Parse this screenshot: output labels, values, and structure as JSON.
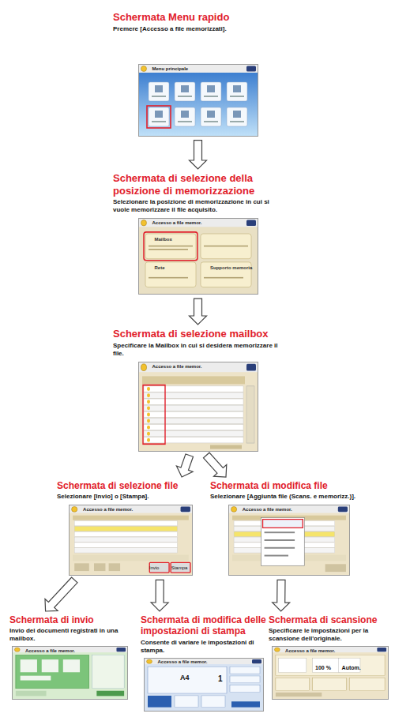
{
  "diagram": {
    "nodes": [
      {
        "text": [
          "Schermata Menu rapido",
          "Premere [Accesso a file memorizzati]."
        ]
      },
      {
        "text": [
          "Schermata di selezione della posizione di memorizzazione",
          "Selezionare la posizione di memorizzazione in cui si vuole memorizzare il file acquisito."
        ]
      },
      {
        "text": [
          "Schermata di selezione mailbox",
          "Specificare la Mailbox in cui si desidera memorizzare il file."
        ]
      },
      {
        "text": [
          "Schermata di selezione file",
          "Selezionare [Invio] o [Stampa]."
        ]
      },
      {
        "text": [
          "Schermata di modifica file",
          "Selezionare [Aggiunta file (Scans. e memorizz.)]."
        ]
      },
      {
        "text": [
          "Schermata di invio",
          "Invio dei documenti registrati in una mailbox."
        ]
      },
      {
        "text": [
          "Schermata di modifica delle impostazioni di stampa",
          "Consente di variare le impostazioni di stampa."
        ]
      },
      {
        "text": [
          "Schermata di scansione",
          "Specificare le impostazioni per la scansione dell'originale."
        ]
      }
    ],
    "edges": [
      {
        "from": 0,
        "to": 1,
        "arrow": "to"
      },
      {
        "from": 1,
        "to": 2,
        "arrow": "to"
      },
      {
        "from": 2,
        "to": 3,
        "arrow": "to"
      },
      {
        "from": 2,
        "to": 4,
        "arrow": "to"
      },
      {
        "from": 3,
        "to": 5,
        "arrow": "to"
      },
      {
        "from": 3,
        "to": 6,
        "arrow": "to"
      },
      {
        "from": 4,
        "to": 7,
        "arrow": "to"
      }
    ],
    "labels": [
      "Menu principale",
      "Accesso a file memor.",
      "Mailbox",
      "Rete",
      "Supporto memoria",
      "Accesso a file memor.",
      "Accesso a file memor.",
      "Invio",
      "Stampa",
      "Accesso a file memor.",
      "Accesso a file memor.",
      "Accesso a file memor.",
      "A4",
      "1",
      "Accesso a file memor.",
      "100 %",
      "Autom."
    ]
  }
}
